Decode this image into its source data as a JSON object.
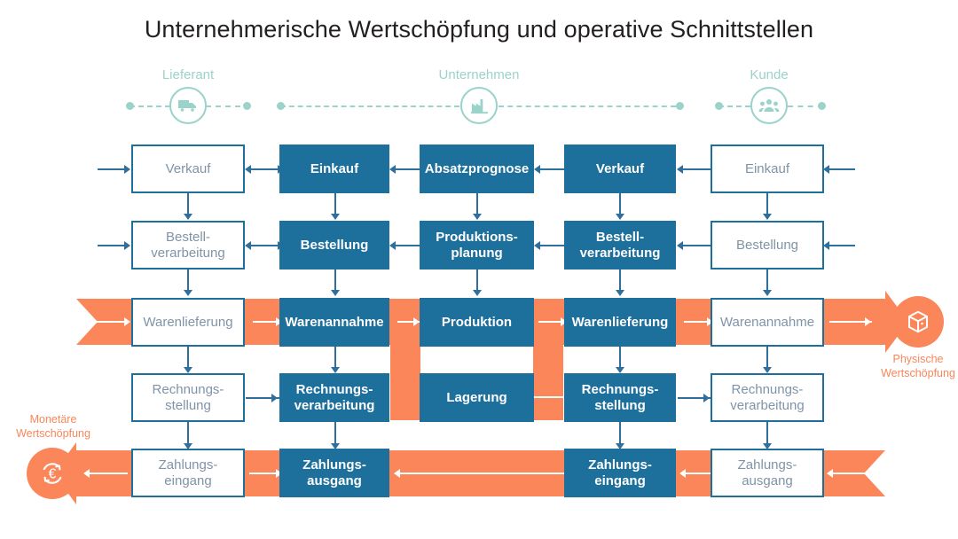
{
  "title": "Unternehmerische Wertschöpfung und operative Schnittstellen",
  "colors": {
    "blue": "#1d6f9c",
    "orange": "#FA8659",
    "teal": "#9bd3cb",
    "white_box_text": "#7f94a8",
    "connector": "#2e6f9e",
    "background": "#ffffff"
  },
  "actors": [
    {
      "label": "Lieferant",
      "icon": "truck-icon"
    },
    {
      "label": "Unternehmen",
      "icon": "factory-icon"
    },
    {
      "label": "Kunde",
      "icon": "customers-icon"
    }
  ],
  "columns": [
    {
      "id": "lieferant-out",
      "owner": "Lieferant"
    },
    {
      "id": "unternehmen-in",
      "owner": "Unternehmen"
    },
    {
      "id": "unternehmen-core",
      "owner": "Unternehmen"
    },
    {
      "id": "unternehmen-out",
      "owner": "Unternehmen"
    },
    {
      "id": "kunde-in",
      "owner": "Kunde"
    }
  ],
  "rows": [
    {
      "id": "row-planung",
      "boxes": [
        {
          "label": "Verkauf",
          "style": "white"
        },
        {
          "label": "Einkauf",
          "style": "blue"
        },
        {
          "label": "Absatzprognose",
          "style": "blue"
        },
        {
          "label": "Verkauf",
          "style": "blue"
        },
        {
          "label": "Einkauf",
          "style": "white"
        }
      ]
    },
    {
      "id": "row-bestellung",
      "boxes": [
        {
          "label": "Bestell-\nverarbeitung",
          "style": "white"
        },
        {
          "label": "Bestellung",
          "style": "blue"
        },
        {
          "label": "Produktions-\nplanung",
          "style": "blue"
        },
        {
          "label": "Bestell-\nverarbeitung",
          "style": "blue"
        },
        {
          "label": "Bestellung",
          "style": "white"
        }
      ]
    },
    {
      "id": "row-ware",
      "boxes": [
        {
          "label": "Warenlieferung",
          "style": "white"
        },
        {
          "label": "Warenannahme",
          "style": "blue"
        },
        {
          "label": "Produktion",
          "style": "blue"
        },
        {
          "label": "Warenlieferung",
          "style": "blue"
        },
        {
          "label": "Warenannahme",
          "style": "white"
        }
      ]
    },
    {
      "id": "row-rechnung",
      "boxes": [
        {
          "label": "Rechnungs-\nstellung",
          "style": "white"
        },
        {
          "label": "Rechnungs-\nverarbeitung",
          "style": "blue"
        },
        {
          "label": "Lagerung",
          "style": "blue"
        },
        {
          "label": "Rechnungs-\nstellung",
          "style": "blue"
        },
        {
          "label": "Rechnungs-\nverarbeitung",
          "style": "white"
        }
      ]
    },
    {
      "id": "row-zahlung",
      "boxes": [
        {
          "label": "Zahlungs-\neingang",
          "style": "white"
        },
        {
          "label": "Zahlungs-\nausgang",
          "style": "blue"
        },
        {
          "label": "",
          "style": "none"
        },
        {
          "label": "Zahlungs-\neingang",
          "style": "blue"
        },
        {
          "label": "Zahlungs-\nausgang",
          "style": "white"
        }
      ]
    }
  ],
  "endpoints": [
    {
      "id": "physische",
      "label": "Physische\nWertschöpfung",
      "icon": "package-box-icon",
      "side": "right"
    },
    {
      "id": "monetaere",
      "label": "Monetäre\nWertschöpfung",
      "icon": "euro-cycle-icon",
      "side": "left"
    }
  ]
}
